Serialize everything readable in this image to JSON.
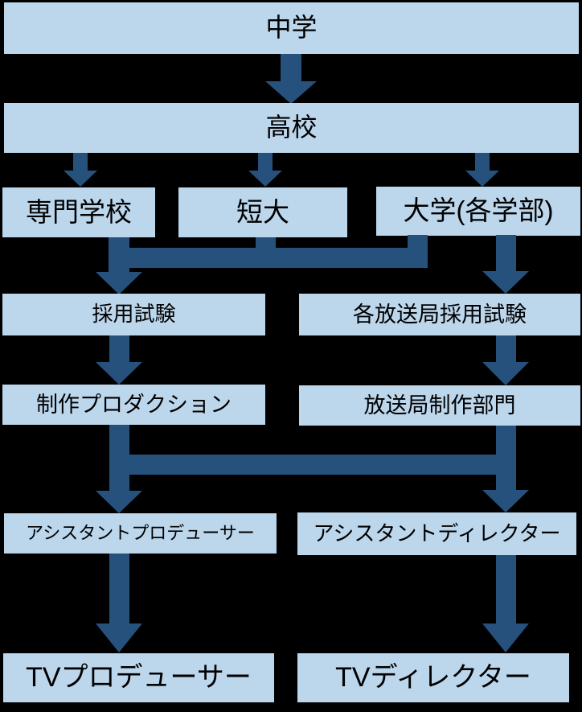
{
  "colors": {
    "background": "#000000",
    "box_fill": "#BCD6EC",
    "arrow": "#25517C",
    "text": "#000000"
  },
  "nodes": {
    "chugaku": {
      "label": "中学"
    },
    "koko": {
      "label": "高校"
    },
    "senmon_gakko": {
      "label": "専門学校"
    },
    "tandai": {
      "label": "短大"
    },
    "daigaku": {
      "label": "大学(各学部)"
    },
    "saiyo_shiken": {
      "label": "採用試験"
    },
    "kaku_hosokyoku_saiyo_shiken": {
      "label": "各放送局採用試験"
    },
    "seisaku_production": {
      "label": "制作プロダクション"
    },
    "hosokyoku_seisaku_bumon": {
      "label": "放送局制作部門"
    },
    "assistant_producer": {
      "label": "アシスタントプロデューサー"
    },
    "assistant_director": {
      "label": "アシスタントディレクター"
    },
    "tv_producer": {
      "label": "TVプロデューサー"
    },
    "tv_director": {
      "label": "TVディレクター"
    }
  },
  "edges": [
    {
      "from": "中学",
      "to": "高校"
    },
    {
      "from": "高校",
      "to": "専門学校"
    },
    {
      "from": "高校",
      "to": "短大"
    },
    {
      "from": "高校",
      "to": "大学(各学部)"
    },
    {
      "from": "専門学校",
      "to": "採用試験"
    },
    {
      "from": "短大",
      "to": "採用試験"
    },
    {
      "from": "大学(各学部)",
      "to": "採用試験"
    },
    {
      "from": "大学(各学部)",
      "to": "各放送局採用試験"
    },
    {
      "from": "採用試験",
      "to": "制作プロダクション"
    },
    {
      "from": "各放送局採用試験",
      "to": "放送局制作部門"
    },
    {
      "from": "制作プロダクション",
      "to": "アシスタントプロデューサー"
    },
    {
      "from": "制作プロダクション",
      "to": "アシスタントディレクター"
    },
    {
      "from": "放送局制作部門",
      "to": "アシスタントプロデューサー"
    },
    {
      "from": "放送局制作部門",
      "to": "アシスタントディレクター"
    },
    {
      "from": "アシスタントプロデューサー",
      "to": "TVプロデューサー"
    },
    {
      "from": "アシスタントディレクター",
      "to": "TVディレクター"
    }
  ]
}
